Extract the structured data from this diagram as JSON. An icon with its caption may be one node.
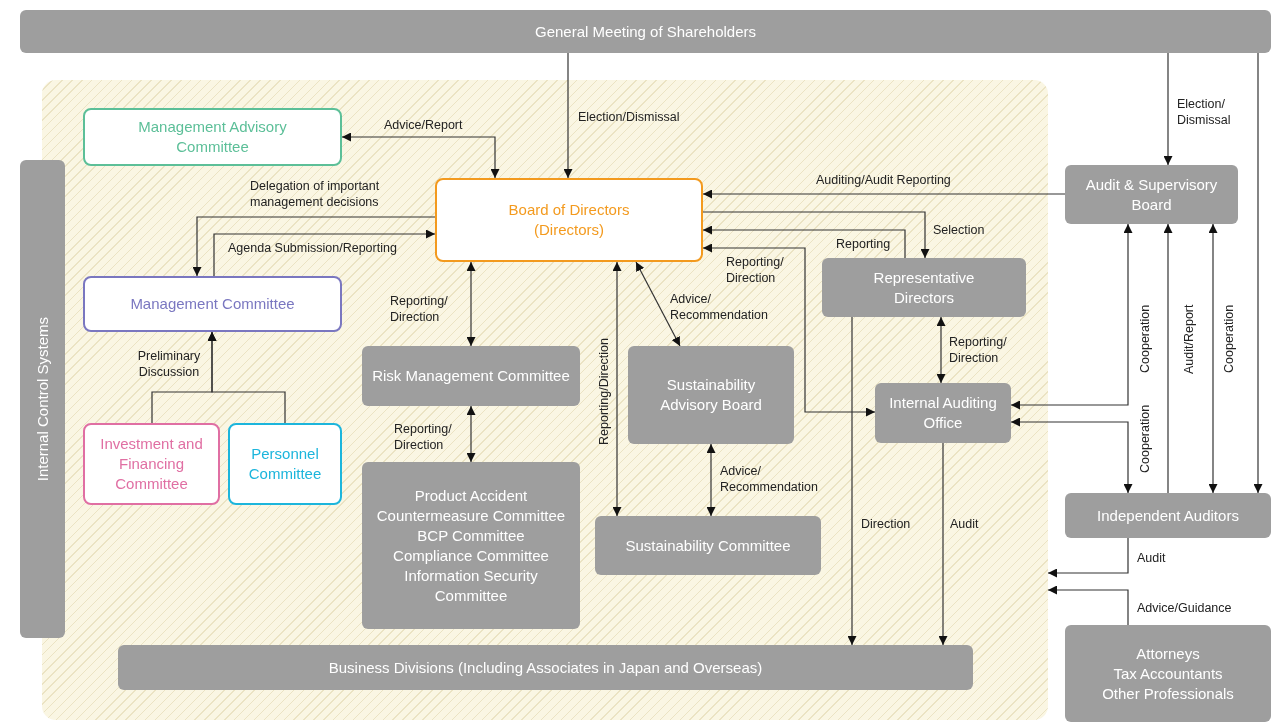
{
  "diagram": {
    "nodes": [
      {
        "text": [
          "General Meeting of Shareholders"
        ]
      },
      {
        "text": [],
        "shape": "box"
      },
      {
        "text": [
          "Internal Control Systems"
        ]
      },
      {
        "text": [
          "Management Advisory Committee"
        ],
        "in": 1
      },
      {
        "text": [
          "Board of Directors (Directors)"
        ],
        "in": 1
      },
      {
        "text": [
          "Management Committee"
        ],
        "in": 1
      },
      {
        "text": [
          "Investment and Financing Committee"
        ],
        "in": 1
      },
      {
        "text": [
          "Personnel Committee"
        ],
        "in": 1
      },
      {
        "text": [
          "Risk Management Committee"
        ],
        "in": 1
      },
      {
        "text": [
          "Product Accident Countermeasure Committee",
          "BCP Committee",
          "Compliance Committee",
          "Information Security Committee"
        ],
        "in": 1
      },
      {
        "text": [
          "Sustainability Advisory Board"
        ],
        "in": 1
      },
      {
        "text": [
          "Sustainability Committee"
        ],
        "in": 1
      },
      {
        "text": [
          "Representative Directors"
        ],
        "in": 1
      },
      {
        "text": [
          "Internal Auditing Office"
        ],
        "in": 1
      },
      {
        "text": [
          "Business Divisions (Including Associates in Japan and Overseas)"
        ],
        "in": 1
      },
      {
        "text": [
          "Audit & Supervisory Board"
        ]
      },
      {
        "text": [
          "Independent Auditors"
        ]
      },
      {
        "text": [
          "Attorneys",
          "Tax Accountants",
          "Other Professionals"
        ]
      }
    ],
    "edges": [
      {
        "from": 0,
        "to": 4,
        "arrow": "to",
        "label": "Election/Dismissal"
      },
      {
        "from": 3,
        "to": 4,
        "arrow": "both",
        "label": "Advice/Report"
      },
      {
        "from": 4,
        "to": 5,
        "arrow": "to",
        "label": "Delegation of important management decisions"
      },
      {
        "from": 5,
        "to": 4,
        "arrow": "to",
        "label": "Agenda Submission/Reporting"
      },
      {
        "from": 6,
        "to": 5,
        "arrow": "to",
        "label": "Preliminary Discussion"
      },
      {
        "from": 7,
        "to": 5,
        "arrow": "to"
      },
      {
        "from": 4,
        "to": 8,
        "arrow": "both",
        "label": "Reporting/ Direction"
      },
      {
        "from": 8,
        "to": 9,
        "arrow": "both",
        "label": "Reporting/ Direction"
      },
      {
        "from": 4,
        "to": 11,
        "arrow": "both",
        "label": "Reporting/Direction"
      },
      {
        "from": 4,
        "to": 10,
        "arrow": "both",
        "label": "Advice/ Recommendation"
      },
      {
        "from": 10,
        "to": 11,
        "arrow": "both",
        "label": "Advice/ Recommendation"
      },
      {
        "from": 0,
        "to": 15,
        "arrow": "to",
        "label": "Election/ Dismissal"
      },
      {
        "from": 15,
        "to": 4,
        "arrow": "to",
        "label": "Auditing/Audit Reporting"
      },
      {
        "from": 4,
        "to": 12,
        "arrow": "to",
        "label": "Selection"
      },
      {
        "from": 12,
        "to": 4,
        "arrow": "to",
        "label": "Reporting"
      },
      {
        "from": 4,
        "to": 13,
        "arrow": "both",
        "label": "Reporting/ Direction"
      },
      {
        "from": 12,
        "to": 14,
        "arrow": "to",
        "label": "Direction"
      },
      {
        "from": 12,
        "to": 13,
        "arrow": "both",
        "label": "Reporting/ Direction"
      },
      {
        "from": 13,
        "to": 14,
        "arrow": "to",
        "label": "Audit"
      },
      {
        "from": 15,
        "to": 13,
        "arrow": "both",
        "label": "Cooperation"
      },
      {
        "from": 13,
        "to": 16,
        "arrow": "both",
        "label": "Cooperation"
      },
      {
        "from": 16,
        "to": 15,
        "arrow": "to",
        "label": "Audit/Report"
      },
      {
        "from": 15,
        "to": 16,
        "arrow": "both",
        "label": "Cooperation"
      },
      {
        "from": 0,
        "to": 16,
        "arrow": "to"
      },
      {
        "from": 16,
        "to": 1,
        "arrow": "to",
        "label": "Audit"
      },
      {
        "from": 17,
        "to": 1,
        "arrow": "to",
        "label": "Advice/Guidance"
      }
    ]
  }
}
